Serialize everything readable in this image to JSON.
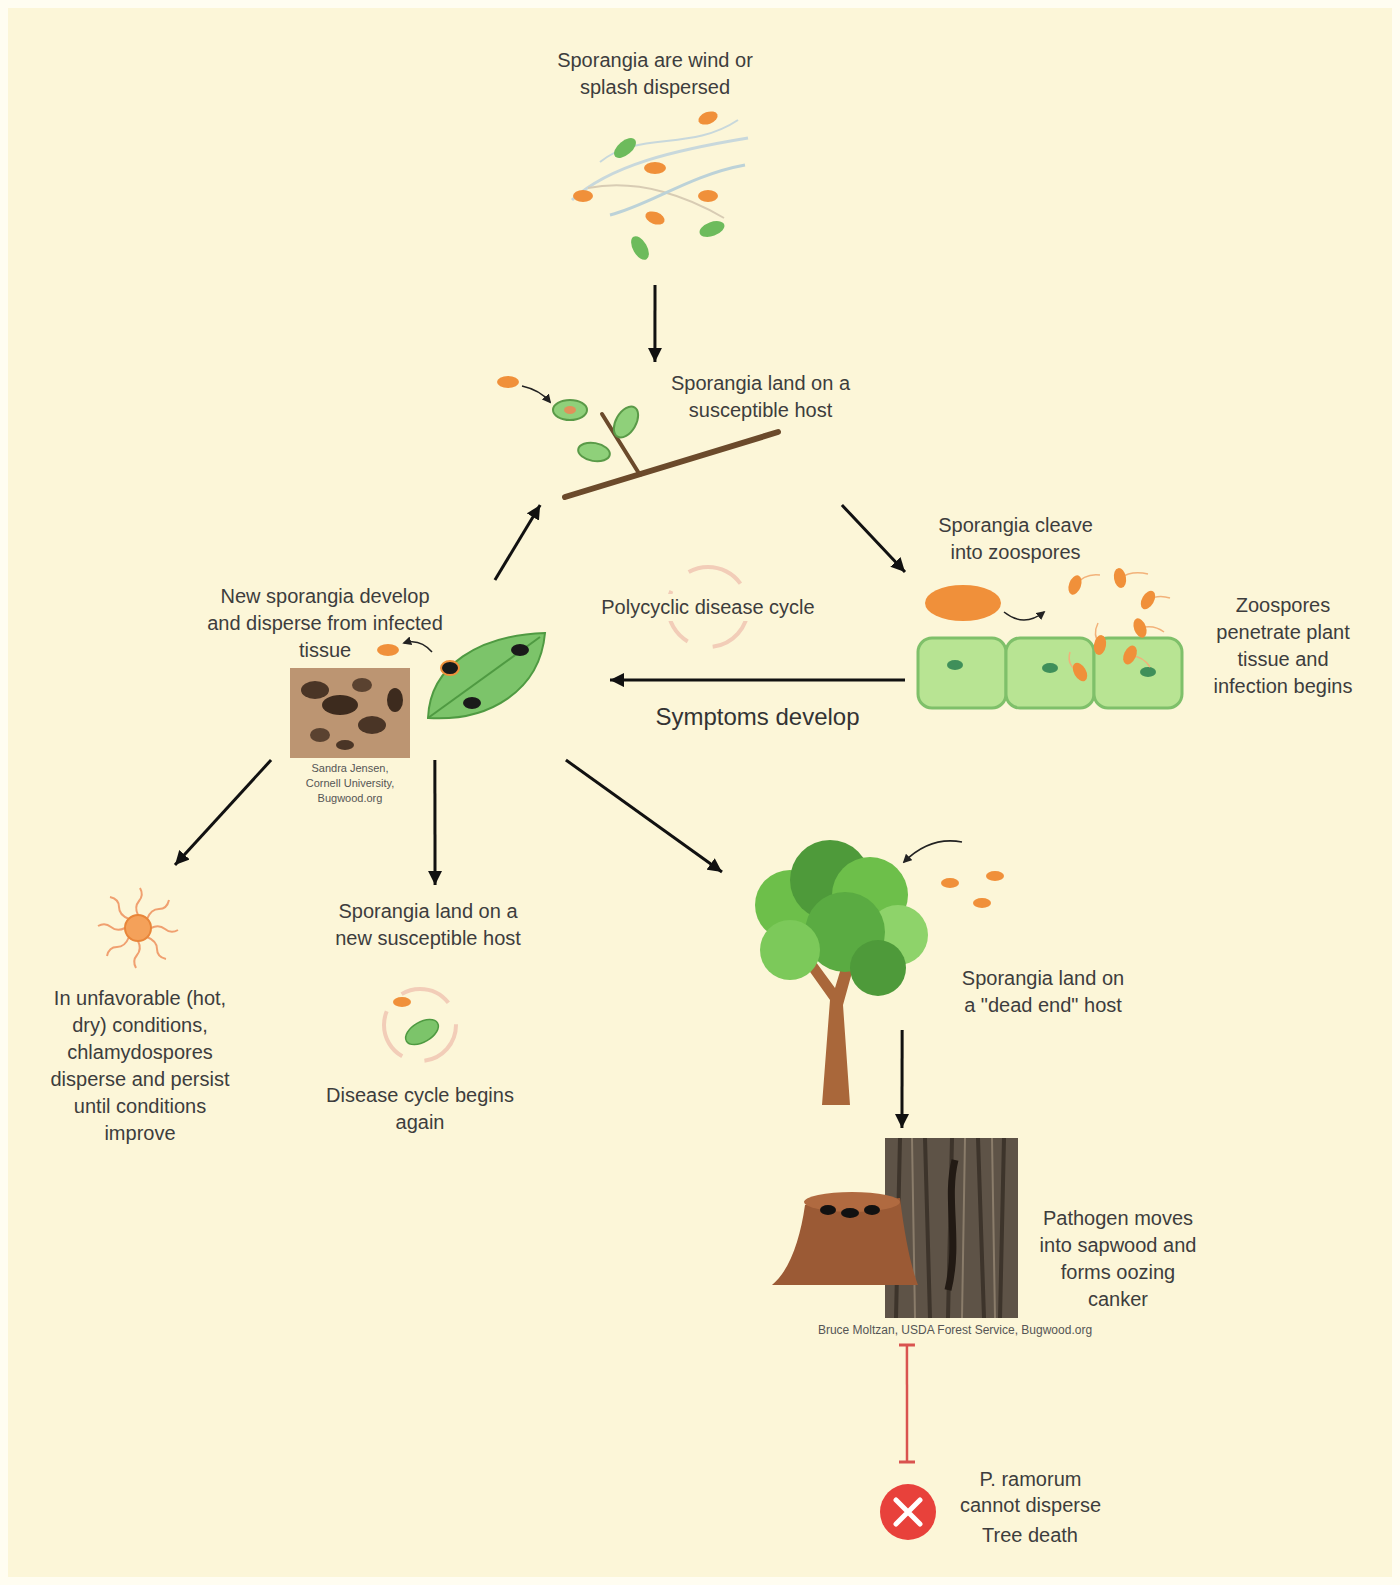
{
  "diagram": {
    "nodes": [
      {
        "text": [
          "Sporangia are wind or splash dispersed"
        ]
      },
      {
        "text": [
          "Sporangia land on a susceptible host"
        ]
      },
      {
        "text": [
          "Sporangia cleave into zoospores",
          "Zoospores penetrate plant tissue and infection begins"
        ]
      },
      {
        "text": [
          "New sporangia develop and disperse from infected tissue"
        ]
      },
      {
        "text": [
          "In unfavorable (hot, dry) conditions, chlamydospores disperse and persist until conditions improve"
        ]
      },
      {
        "text": [
          "Sporangia land on a new susceptible host",
          "Disease cycle begins again"
        ]
      },
      {
        "text": [
          "Sporangia land on a \"dead end\" host"
        ]
      },
      {
        "text": [
          "Pathogen moves into sapwood and forms oozing canker"
        ]
      },
      {
        "text": [
          "P. ramorum cannot disperse",
          "Tree death"
        ]
      }
    ],
    "edges": [
      {
        "from": 0,
        "to": 1,
        "arrow": "to"
      },
      {
        "from": 1,
        "to": 2,
        "arrow": "to"
      },
      {
        "from": 2,
        "to": 3,
        "label": "Symptoms develop",
        "arrow": "to"
      },
      {
        "from": 3,
        "to": 1,
        "arrow": "to"
      },
      {
        "from": 3,
        "to": 4,
        "arrow": "to"
      },
      {
        "from": 3,
        "to": 5,
        "arrow": "to"
      },
      {
        "from": 3,
        "to": 6,
        "arrow": "to"
      },
      {
        "from": 6,
        "to": 7,
        "arrow": "to"
      },
      {
        "from": 7,
        "to": 8,
        "arrow": "none"
      }
    ],
    "labels": [
      "Polycyclic disease cycle",
      "Sandra Jensen, Cornell University, Bugwood.org",
      "Bruce Moltzan, USDA Forest Service, Bugwood.org"
    ]
  }
}
